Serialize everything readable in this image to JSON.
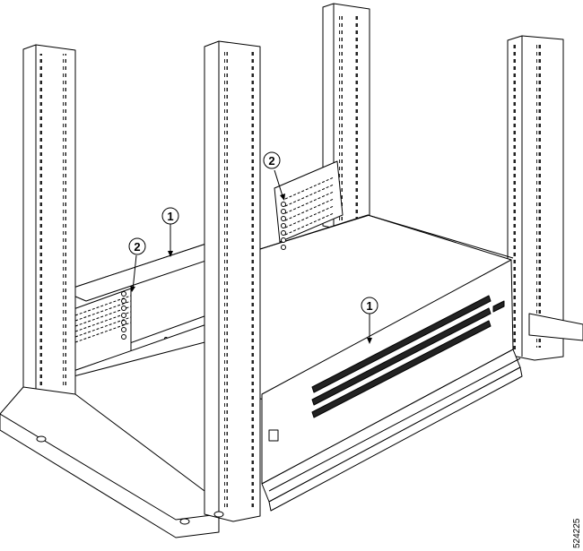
{
  "figure": {
    "id": "524225",
    "callouts": [
      {
        "key": "c1a",
        "label": "1"
      },
      {
        "key": "c2a",
        "label": "2"
      },
      {
        "key": "c2b",
        "label": "2"
      },
      {
        "key": "c1b",
        "label": "1"
      }
    ]
  }
}
